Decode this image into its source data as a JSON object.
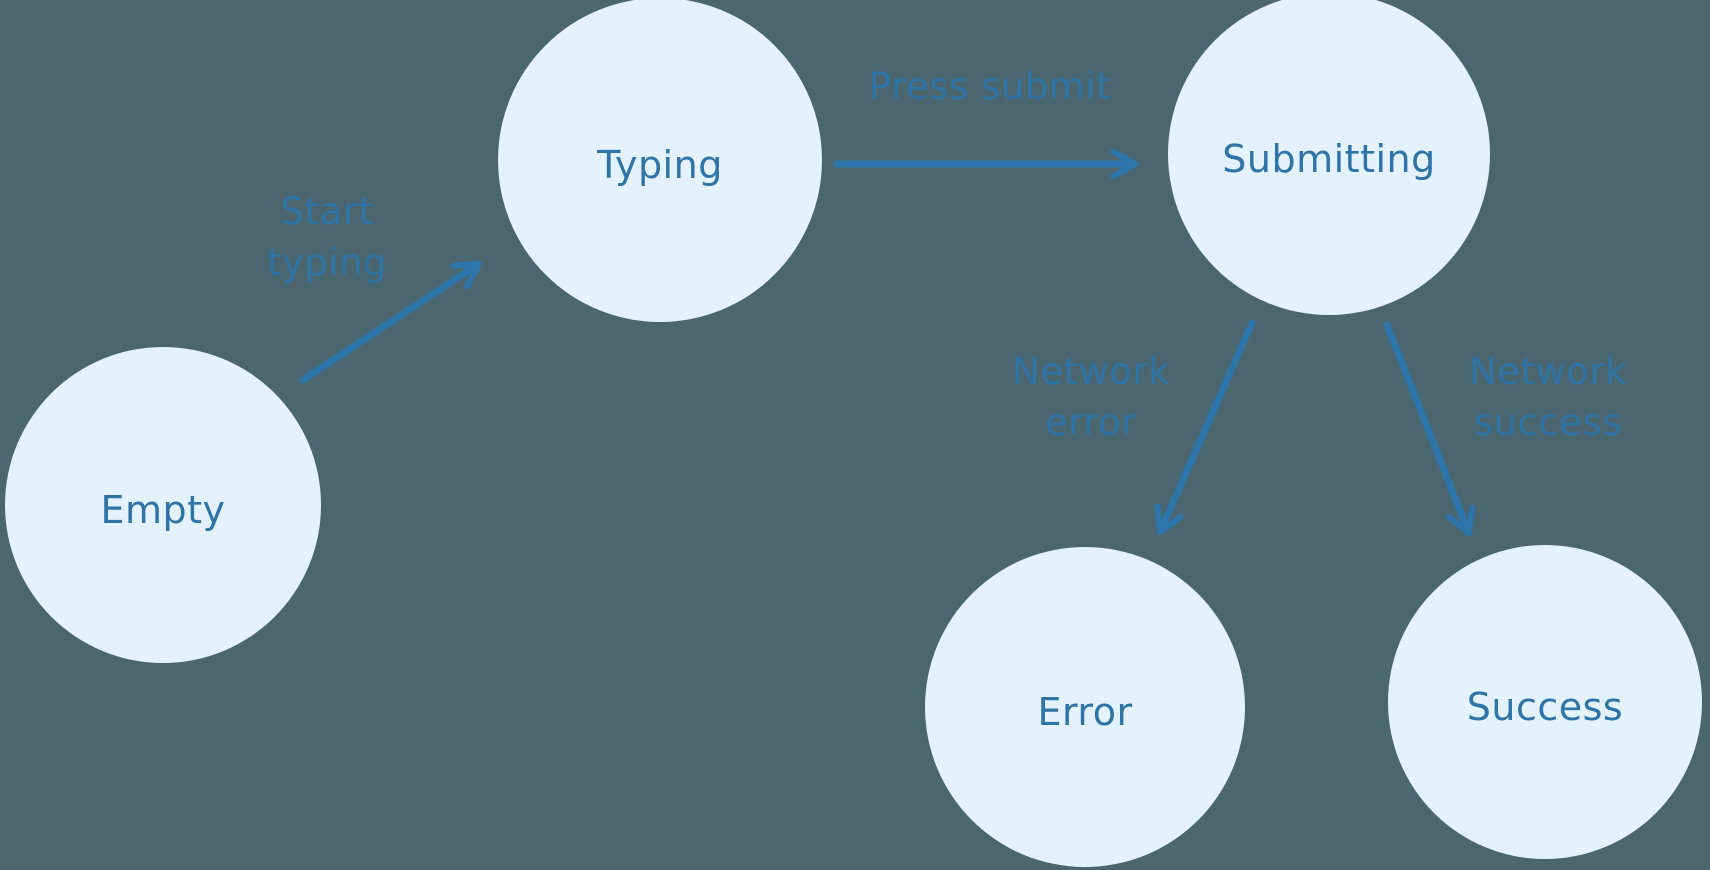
{
  "diagram": {
    "kind": "state-machine",
    "nodes": [
      {
        "id": "empty",
        "label": "Empty"
      },
      {
        "id": "typing",
        "label": "Typing"
      },
      {
        "id": "submitting",
        "label": "Submitting"
      },
      {
        "id": "error",
        "label": "Error"
      },
      {
        "id": "success",
        "label": "Success"
      }
    ],
    "edges": [
      {
        "id": "start-typing",
        "label": "Start typing",
        "from": "Empty",
        "to": "Typing"
      },
      {
        "id": "press-submit",
        "label": "Press submit",
        "from": "Typing",
        "to": "Submitting"
      },
      {
        "id": "network-error",
        "label": "Network error",
        "from": "Submitting",
        "to": "Error"
      },
      {
        "id": "network-success",
        "label": "Network success",
        "from": "Submitting",
        "to": "Success"
      }
    ]
  },
  "colors": {
    "background": "#4C6670",
    "node_fill": "#E3F2FD",
    "text": "#2E74A7",
    "arrow": "#2C76AB"
  }
}
